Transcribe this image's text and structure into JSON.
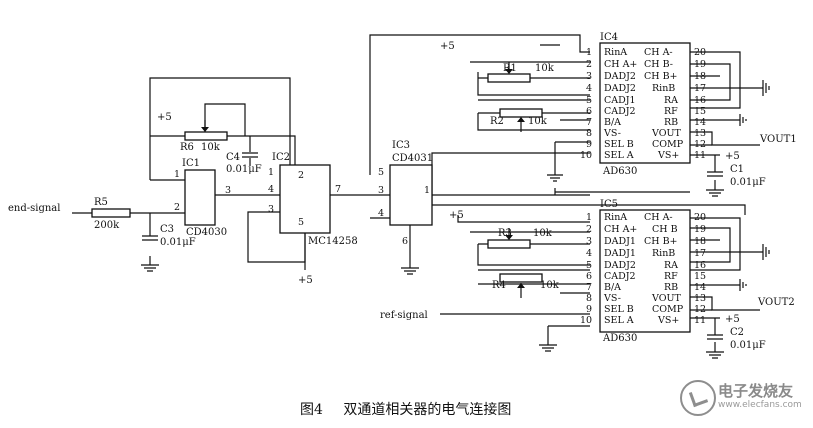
{
  "signals": {
    "input": "end-signal",
    "ref": "ref-signal",
    "vout1": "VOUT1",
    "vout2": "VOUT2",
    "plus5": "+5"
  },
  "ic1": {
    "ref": "IC1",
    "part": "CD4030",
    "pins": [
      "1",
      "2",
      "3"
    ]
  },
  "ic2": {
    "ref": "IC2",
    "part": "MC14258",
    "pins": [
      "4",
      "3",
      "2",
      "5",
      "7",
      "1"
    ]
  },
  "ic3": {
    "ref": "IC3",
    "part": "CD4031",
    "pins": [
      "5",
      "3",
      "4",
      "1",
      "6"
    ]
  },
  "ic4": {
    "ref": "IC4",
    "part": "AD630",
    "left": [
      [
        "1",
        "RinA"
      ],
      [
        "2",
        "CH A+"
      ],
      [
        "3",
        "DADJ2"
      ],
      [
        "4",
        "DADJ2"
      ],
      [
        "5",
        "CADJ1"
      ],
      [
        "6",
        "CADJ2"
      ],
      [
        "7",
        "B/A"
      ],
      [
        "8",
        "VS-"
      ],
      [
        "9",
        "SEL B"
      ],
      [
        "10",
        "SEL A"
      ]
    ],
    "right": [
      [
        "20",
        "CH A-"
      ],
      [
        "19",
        "CH B-"
      ],
      [
        "18",
        "CH B+"
      ],
      [
        "17",
        "RinB"
      ],
      [
        "16",
        "RA"
      ],
      [
        "15",
        "RF"
      ],
      [
        "14",
        "RB"
      ],
      [
        "13",
        "VOUT"
      ],
      [
        "12",
        "COMP"
      ],
      [
        "11",
        "VS+"
      ]
    ]
  },
  "ic5": {
    "ref": "IC5",
    "part": "AD630",
    "left": [
      [
        "1",
        "RinA"
      ],
      [
        "2",
        "CH A+"
      ],
      [
        "3",
        "DADJ1"
      ],
      [
        "4",
        "DADJ1"
      ],
      [
        "5",
        "DADJ2"
      ],
      [
        "6",
        "CADJ2"
      ],
      [
        "7",
        "B/A"
      ],
      [
        "8",
        "VS-"
      ],
      [
        "9",
        "SEL B"
      ],
      [
        "10",
        "SEL A"
      ]
    ],
    "right": [
      [
        "20",
        "CH A-"
      ],
      [
        "19",
        "CH B"
      ],
      [
        "18",
        "CH B+"
      ],
      [
        "17",
        "RinB"
      ],
      [
        "16",
        "RA"
      ],
      [
        "15",
        "RF"
      ],
      [
        "14",
        "RB"
      ],
      [
        "13",
        "VOUT"
      ],
      [
        "12",
        "COMP"
      ],
      [
        "11",
        "VS+"
      ]
    ]
  },
  "components": {
    "r5": {
      "ref": "R5",
      "value": "200k"
    },
    "r6": {
      "ref": "R6",
      "value": "10k"
    },
    "r1": {
      "ref": "R1",
      "value": "10k"
    },
    "r2": {
      "ref": "R2",
      "value": "10k"
    },
    "r3": {
      "ref": "R3",
      "value": "10k"
    },
    "r4": {
      "ref": "R4",
      "value": "10k"
    },
    "c1": {
      "ref": "C1",
      "value": "0.01μF"
    },
    "c2": {
      "ref": "C2",
      "value": "0.01μF"
    },
    "c3": {
      "ref": "C3",
      "value": "0.01μF"
    },
    "c4": {
      "ref": "C4",
      "value": "0.01μF"
    }
  },
  "caption": {
    "figure": "图4",
    "title": "双通道相关器的电气连接图"
  },
  "watermark": {
    "brand": "电子发烧友",
    "url": "www.elecfans.com"
  }
}
